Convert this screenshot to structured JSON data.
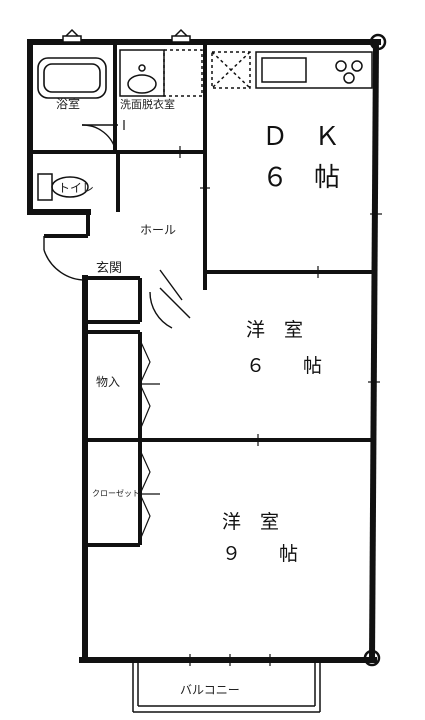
{
  "rooms": {
    "dk": {
      "name": "Ｄ　Ｋ",
      "size": "６　帖"
    },
    "western_room_1": {
      "name": "洋　室",
      "size": "６　　帖"
    },
    "western_room_2": {
      "name": "洋　室",
      "size": "９　　帖"
    }
  },
  "areas": {
    "bathroom": "浴室",
    "washroom": "洗面脱衣室",
    "toilet": "トイレ",
    "hall": "ホール",
    "entrance": "玄関",
    "storage": "物入",
    "closet": "クローゼット",
    "balcony": "バルコニー"
  }
}
